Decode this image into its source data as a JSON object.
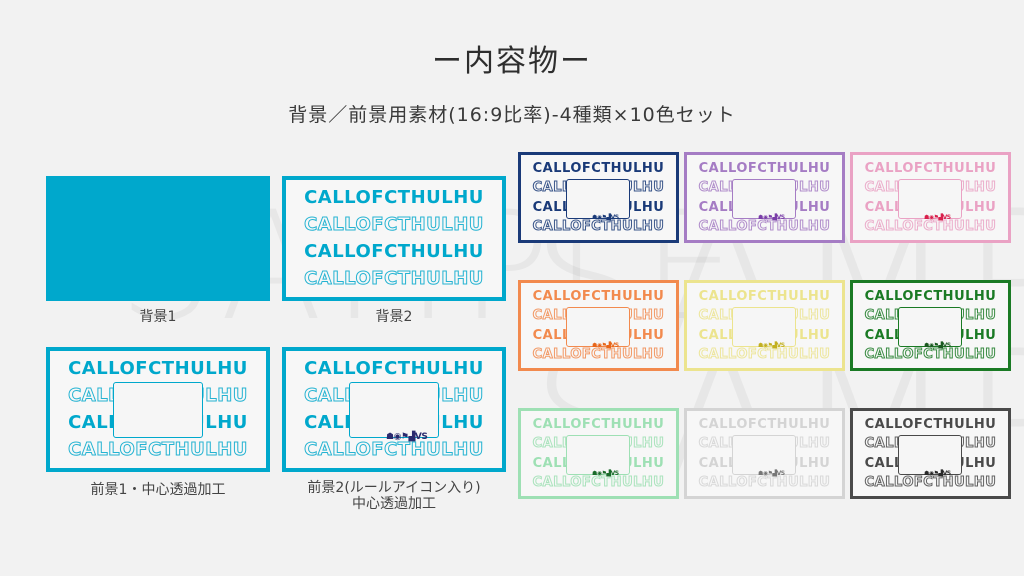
{
  "header": {
    "title": "ー内容物ー",
    "subtitle": "背景／前景用素材(16:9比率)-4種類×10色セット"
  },
  "watermark_text": "SAMPLE",
  "banner_text": "CALLOFCTHULHU",
  "rule_icons_text": "☗◉⚑▟VS",
  "main_items": [
    {
      "label": "背景1",
      "type": "solid",
      "color": "#00a8cc"
    },
    {
      "label": "背景2",
      "type": "text-frame",
      "color": "#00a8cc"
    },
    {
      "label": "前景1・中心透過加工",
      "type": "frame-hole",
      "color": "#00a8cc"
    },
    {
      "label_line1": "前景2(ルールアイコン入り)",
      "label_line2": "中心透過加工",
      "type": "frame-hole-icons",
      "color": "#00a8cc",
      "icon_color": "#2a2a6e"
    }
  ],
  "color_variants": [
    {
      "name": "navy",
      "color": "#1a3a78",
      "icon_color": "#1a3a78"
    },
    {
      "name": "purple",
      "color": "#a57cc4",
      "icon_color": "#7a3ea8"
    },
    {
      "name": "pink",
      "color": "#eaa2c4",
      "icon_color": "#d8204c"
    },
    {
      "name": "orange",
      "color": "#f28a4e",
      "icon_color": "#e8661a"
    },
    {
      "name": "yellow",
      "color": "#ece48e",
      "icon_color": "#c2b020"
    },
    {
      "name": "green",
      "color": "#1a7a24",
      "icon_color": "#1a5a20"
    },
    {
      "name": "mint",
      "color": "#9ee0b4",
      "icon_color": "#1a6a2a"
    },
    {
      "name": "light-gray",
      "color": "#d4d4d4",
      "icon_color": "#777777"
    },
    {
      "name": "dark-gray",
      "color": "#4a4a4a",
      "icon_color": "#2a2a2a"
    }
  ]
}
